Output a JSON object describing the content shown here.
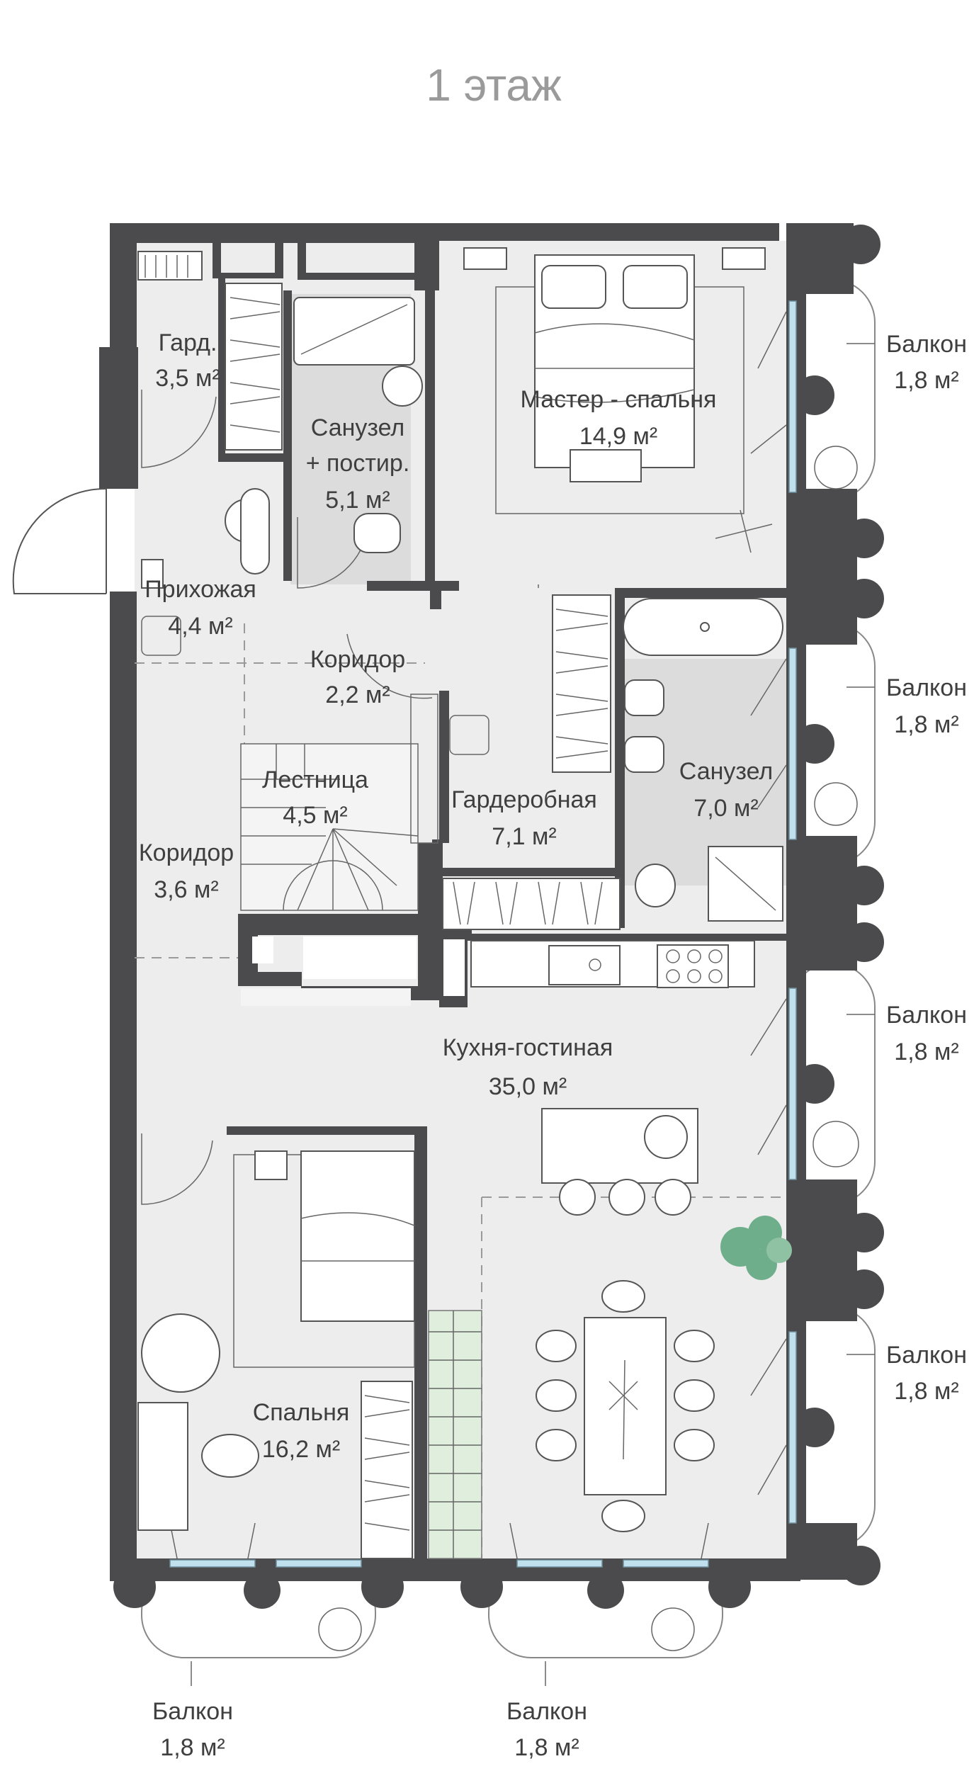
{
  "title": "1 этаж",
  "rooms": {
    "gard": {
      "name": "Гард.",
      "area": "3,5 м²"
    },
    "sanuzel1": {
      "name1": "Санузел",
      "name2": "+ постир.",
      "area": "5,1 м²"
    },
    "master": {
      "name": "Мастер - спальня",
      "area": "14,9 м²"
    },
    "prihozhaya": {
      "name": "Прихожая",
      "area": "4,4 м²"
    },
    "koridor1": {
      "name": "Коридор",
      "area": "2,2 м²"
    },
    "lestnica": {
      "name": "Лестница",
      "area": "4,5 м²"
    },
    "garderobnaya": {
      "name": "Гардеробная",
      "area": "7,1 м²"
    },
    "sanuzel2": {
      "name": "Санузел",
      "area": "7,0 м²"
    },
    "koridor2": {
      "name": "Коридор",
      "area": "3,6 м²"
    },
    "kuhnya": {
      "name": "Кухня-гостиная",
      "area": "35,0 м²"
    },
    "spalnya": {
      "name": "Спальня",
      "area": "16,2 м²"
    }
  },
  "balconies": [
    {
      "name": "Балкон",
      "area": "1,8 м²"
    },
    {
      "name": "Балкон",
      "area": "1,8 м²"
    },
    {
      "name": "Балкон",
      "area": "1,8 м²"
    },
    {
      "name": "Балкон",
      "area": "1,8 м²"
    },
    {
      "name": "Балкон",
      "area": "1,8 м²"
    },
    {
      "name": "Балкон",
      "area": "1,8 м²"
    }
  ],
  "colors": {
    "wall": "#4b4b4d",
    "floor": "#ededed",
    "tile": "#dcdcdc",
    "plant": "#6fae8a",
    "stair_green": "#dfeedd",
    "glass": "#bfe0ec"
  }
}
